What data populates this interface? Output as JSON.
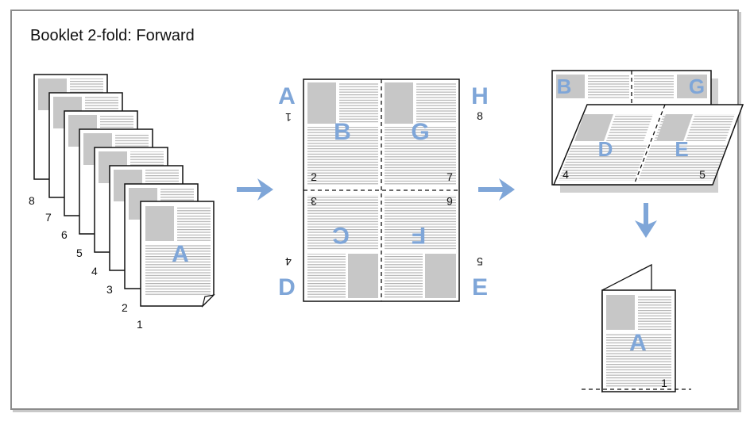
{
  "title": "Booklet 2-fold: Forward",
  "colors": {
    "accent": "#7fa6d8",
    "photo": "#c7c7c7",
    "line": "#b0b0b0",
    "border": "#111111"
  },
  "stack": {
    "front_letter": "A",
    "page_numbers": [
      "8",
      "7",
      "6",
      "5",
      "4",
      "3",
      "2",
      "1"
    ]
  },
  "sheet": {
    "corner_letters": [
      "A",
      "H",
      "D",
      "E"
    ],
    "panel_letters": [
      "B",
      "G",
      "C",
      "F"
    ],
    "numbers": [
      "1",
      "8",
      "2",
      "7",
      "3",
      "6",
      "4",
      "5"
    ]
  },
  "fold": {
    "back_letters": [
      "B",
      "G"
    ],
    "front_letters": [
      "D",
      "E"
    ],
    "numbers": [
      "4",
      "5"
    ]
  },
  "booklet": {
    "letter": "A",
    "number": "1"
  },
  "icons": [
    "arrow-right-icon",
    "arrow-right-icon",
    "arrow-down-icon"
  ]
}
